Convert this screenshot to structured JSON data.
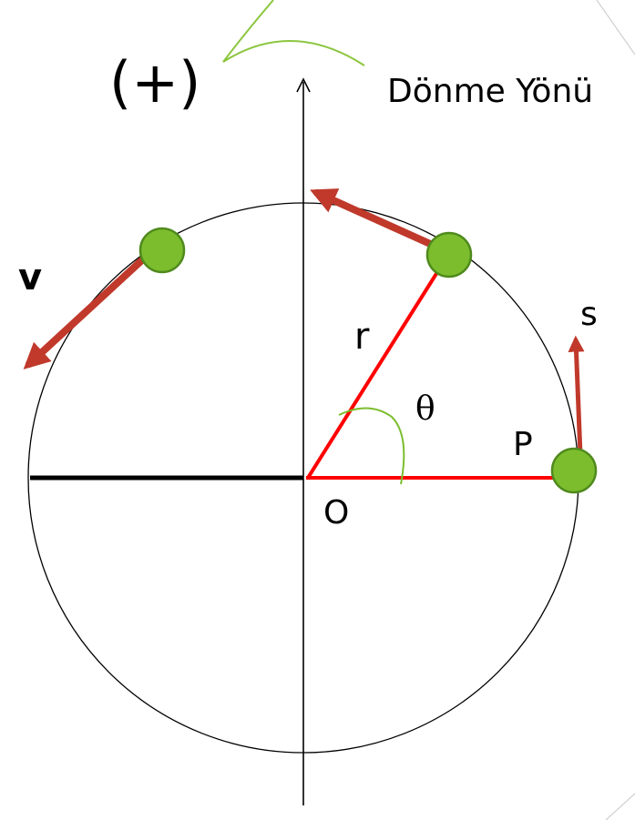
{
  "labels": {
    "direction_sign": "(+)",
    "direction_text": "Dönme Yönü",
    "velocity": "v",
    "displacement": "s",
    "radius": "r",
    "angle": "θ",
    "point": "P",
    "origin": "O"
  },
  "colors": {
    "circle": "#000000",
    "axis": "#000000",
    "radius_line": "#ff0000",
    "arrow": "#c0392b",
    "particle_fill": "#7cbd2e",
    "particle_stroke": "#4f8a1d",
    "angle_arc": "#7cbd2e",
    "rotation_hint": "#8cc63f"
  }
}
